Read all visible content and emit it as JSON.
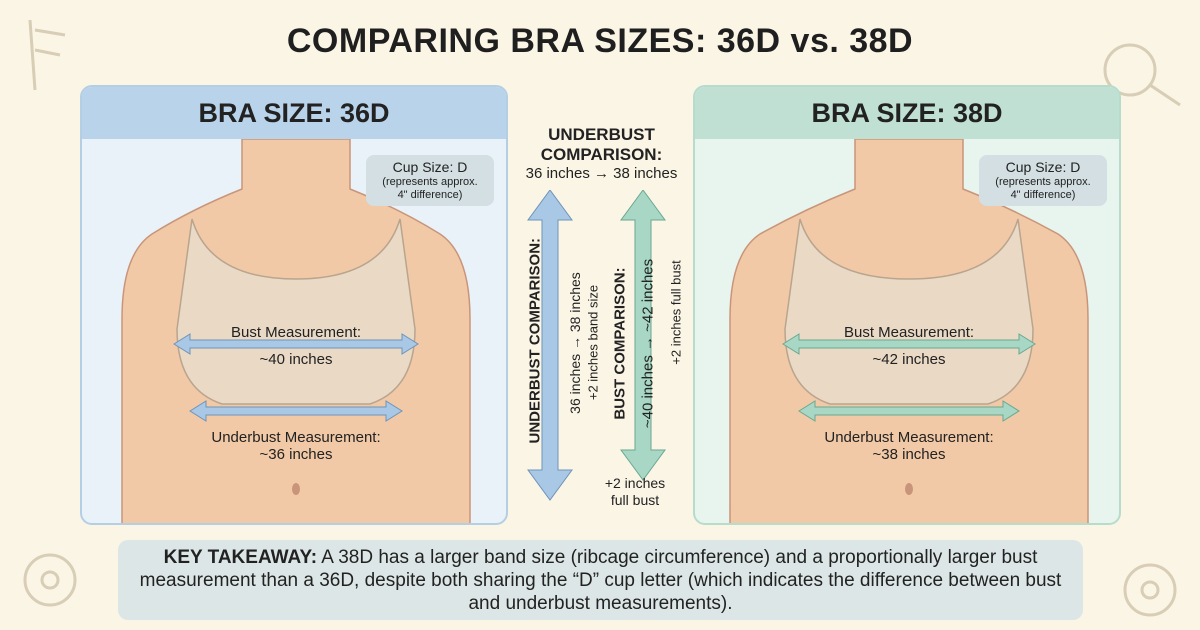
{
  "title": "COMPARING BRA SIZES: 36D vs. 38D",
  "left": {
    "header": "BRA SIZE: 36D",
    "cup_title": "Cup Size: D",
    "cup_note1": "(represents approx.",
    "cup_note2": "4\" difference)",
    "bust_label": "Bust Measurement:",
    "bust_value": "~40 inches",
    "underbust_label": "Underbust Measurement:",
    "underbust_value": "~36 inches",
    "accent": "#a9c8e6"
  },
  "right": {
    "header": "BRA SIZE: 38D",
    "cup_title": "Cup Size: D",
    "cup_note1": "(represents approx.",
    "cup_note2": "4\" difference)",
    "bust_label": "Bust Measurement:",
    "bust_value": "~42 inches",
    "underbust_label": "Underbust Measurement:",
    "underbust_value": "~38 inches",
    "accent": "#a8d7c5"
  },
  "center": {
    "top_title1": "UNDERBUST",
    "top_title2": "COMPARISON:",
    "top_value": "36 inches → 38 inches",
    "underbust_vertical_title": "UNDERBUST COMPARISON:",
    "underbust_vertical_value": "36 inches → 38 inches",
    "underbust_vertical_note": "+2 inches band size",
    "bust_vertical_title": "BUST COMPARISON:",
    "bust_vertical_value": "~40 inches → ~42 inches",
    "bust_vertical_note": "+2 inches full bust",
    "bottom_note1": "+2 inches",
    "bottom_note2": "full bust"
  },
  "takeaway": {
    "label": "KEY TAKEAWAY:",
    "text": " A 38D has a larger band size (ribcage circumference) and a proportionally larger bust measurement than a 36D, despite both sharing the “D” cup letter (which indicates the difference between bust and underbust measurements)."
  },
  "colors": {
    "skin": "#f1c9a6",
    "bra": "#e9d9c5",
    "blue_arrow": "#a9c8e6",
    "green_arrow": "#a8d7c5"
  }
}
